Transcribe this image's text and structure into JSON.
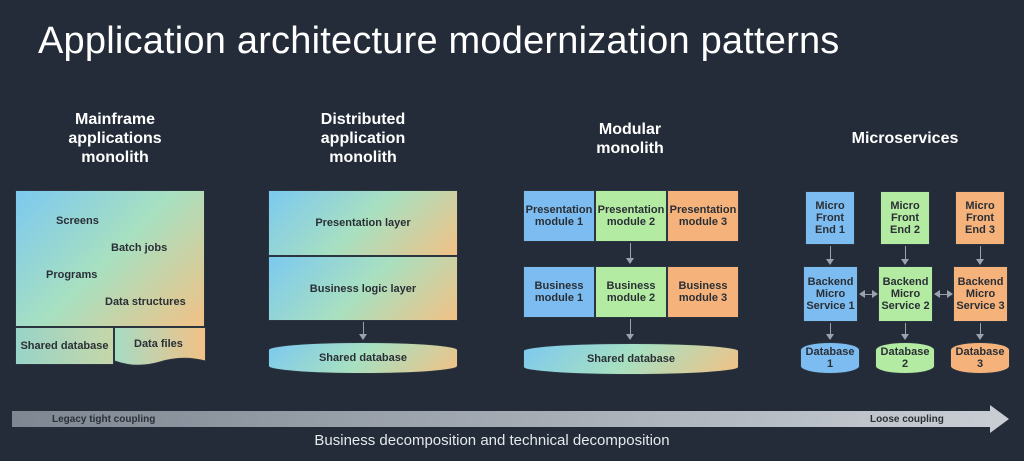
{
  "title": "Application architecture modernization patterns",
  "columns": {
    "mainframe": {
      "heading": "Mainframe applications monolith",
      "items": [
        "Screens",
        "Batch jobs",
        "Programs",
        "Data structures"
      ],
      "shared_database": "Shared database",
      "data_files": "Data files"
    },
    "distributed": {
      "heading": "Distributed application monolith",
      "layers": [
        "Presentation layer",
        "Business logic layer"
      ],
      "database": "Shared database"
    },
    "modular": {
      "heading": "Modular monolith",
      "presentation": [
        "Presentation module 1",
        "Presentation module 2",
        "Presentation module 3"
      ],
      "business": [
        "Business module 1",
        "Business module 2",
        "Business module 3"
      ],
      "database": "Shared database"
    },
    "microservices": {
      "heading": "Microservices",
      "frontends": [
        "Micro Front End 1",
        "Micro Front End 2",
        "Micro Front End 3"
      ],
      "backends": [
        "Backend Micro Service 1",
        "Backend Micro Service 2",
        "Backend Micro Service 3"
      ],
      "databases": [
        "Database 1",
        "Database 2",
        "Database 3"
      ]
    }
  },
  "scale": {
    "left_label": "Legacy tight coupling",
    "right_label": "Loose coupling",
    "caption": "Business decomposition and technical decomposition"
  },
  "colors": {
    "blue": "#7dbcf0",
    "green": "#b4eba2",
    "orange": "#f5b27a",
    "background": "#232c38"
  }
}
